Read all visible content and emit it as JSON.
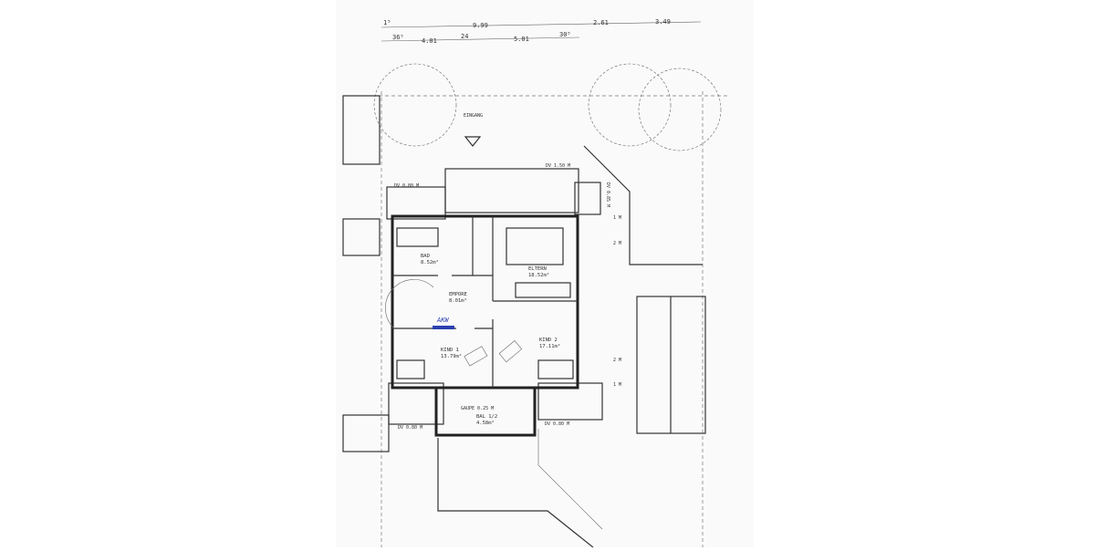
{
  "dimensions": {
    "top_row": [
      "1⁵",
      "9.99",
      "2.61",
      "3.49"
    ],
    "second_row": [
      "36⁵",
      "4.01",
      "24",
      "5.01",
      "30⁵"
    ]
  },
  "labels": {
    "entrance": "EINGANG",
    "dv_left_top": "DV 0.80 M",
    "dv_center_top": "DV 1.50 M",
    "dv_right_top": "DV 0.85 M",
    "dv_left_bottom": "DV 0.80 M",
    "dv_right_bottom": "DV 0.80 M",
    "gaupe": "GAUPE 0.25 M",
    "height_1m_top": "1 M",
    "height_2m_top": "2 M",
    "height_2m_bottom": "2 M",
    "height_1m_bottom": "1 M"
  },
  "rooms": [
    {
      "name": "BAD",
      "area": "8.52m²"
    },
    {
      "name": "ELTERN",
      "area": "18.52m²"
    },
    {
      "name": "EMPORE",
      "area": "8.01m²"
    },
    {
      "name": "KIND 1",
      "area": "13.79m²"
    },
    {
      "name": "KIND 2",
      "area": "17.11m²"
    },
    {
      "name": "BAL 1/2",
      "area": "4.58m²"
    }
  ],
  "handwritten_note": "AKW",
  "colors": {
    "ink": "#333333",
    "handwriting": "#2a3fb0",
    "paper": "#fafafa"
  }
}
